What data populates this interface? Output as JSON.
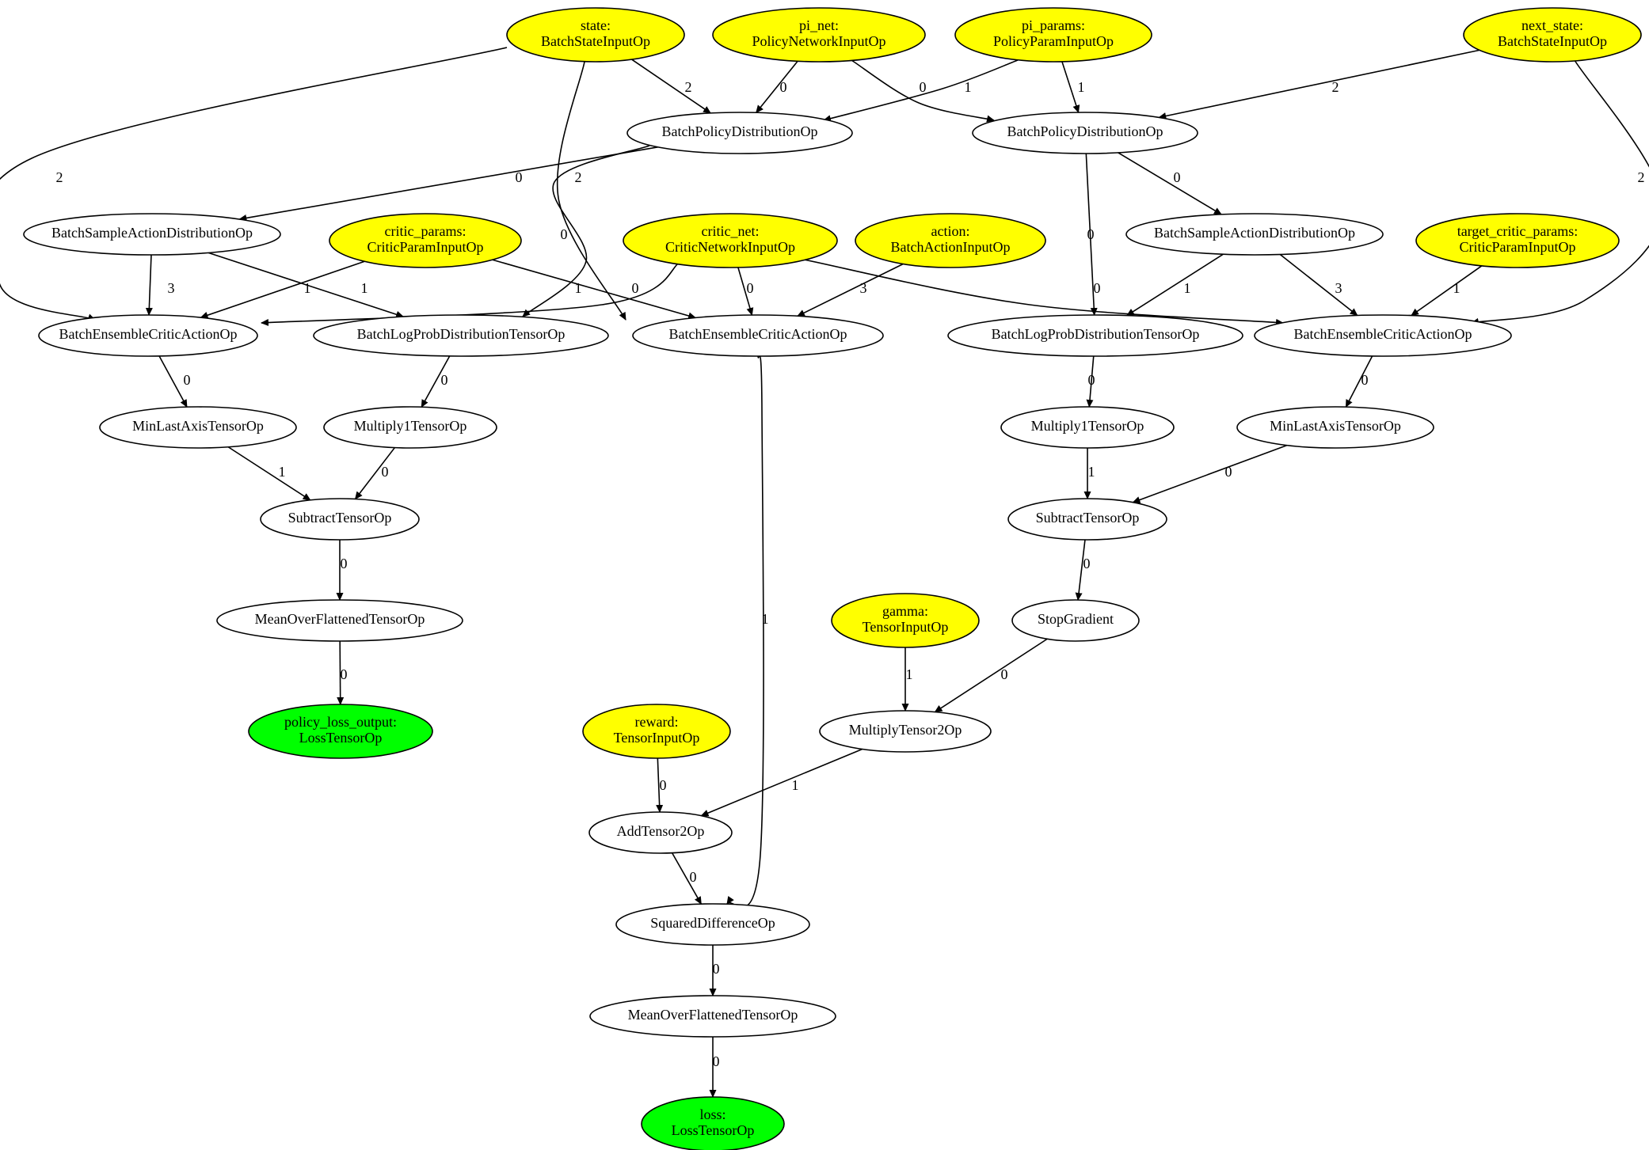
{
  "graph": {
    "colors": {
      "input": "#ffff00",
      "output": "#00ff00",
      "op": "#ffffff",
      "stroke": "#000000"
    },
    "nodes": [
      {
        "id": "state",
        "kind": "input",
        "lines": [
          "state:",
          "BatchStateInputOp"
        ]
      },
      {
        "id": "pi_net",
        "kind": "input",
        "lines": [
          "pi_net:",
          "PolicyNetworkInputOp"
        ]
      },
      {
        "id": "pi_params",
        "kind": "input",
        "lines": [
          "pi_params:",
          "PolicyParamInputOp"
        ]
      },
      {
        "id": "next_state",
        "kind": "input",
        "lines": [
          "next_state:",
          "BatchStateInputOp"
        ]
      },
      {
        "id": "bpd_left",
        "kind": "op",
        "lines": [
          "BatchPolicyDistributionOp"
        ]
      },
      {
        "id": "bpd_right",
        "kind": "op",
        "lines": [
          "BatchPolicyDistributionOp"
        ]
      },
      {
        "id": "bsad_left",
        "kind": "op",
        "lines": [
          "BatchSampleActionDistributionOp"
        ]
      },
      {
        "id": "critic_params",
        "kind": "input",
        "lines": [
          "critic_params:",
          "CriticParamInputOp"
        ]
      },
      {
        "id": "critic_net",
        "kind": "input",
        "lines": [
          "critic_net:",
          "CriticNetworkInputOp"
        ]
      },
      {
        "id": "action",
        "kind": "input",
        "lines": [
          "action:",
          "BatchActionInputOp"
        ]
      },
      {
        "id": "bsad_right",
        "kind": "op",
        "lines": [
          "BatchSampleActionDistributionOp"
        ]
      },
      {
        "id": "target_critic_params",
        "kind": "input",
        "lines": [
          "target_critic_params:",
          "CriticParamInputOp"
        ]
      },
      {
        "id": "beca_left",
        "kind": "op",
        "lines": [
          "BatchEnsembleCriticActionOp"
        ]
      },
      {
        "id": "blpd_left",
        "kind": "op",
        "lines": [
          "BatchLogProbDistributionTensorOp"
        ]
      },
      {
        "id": "beca_mid",
        "kind": "op",
        "lines": [
          "BatchEnsembleCriticActionOp"
        ]
      },
      {
        "id": "blpd_right",
        "kind": "op",
        "lines": [
          "BatchLogProbDistributionTensorOp"
        ]
      },
      {
        "id": "beca_right",
        "kind": "op",
        "lines": [
          "BatchEnsembleCriticActionOp"
        ]
      },
      {
        "id": "minlast_left",
        "kind": "op",
        "lines": [
          "MinLastAxisTensorOp"
        ]
      },
      {
        "id": "mul1_left",
        "kind": "op",
        "lines": [
          "Multiply1TensorOp"
        ]
      },
      {
        "id": "mul1_right",
        "kind": "op",
        "lines": [
          "Multiply1TensorOp"
        ]
      },
      {
        "id": "minlast_right",
        "kind": "op",
        "lines": [
          "MinLastAxisTensorOp"
        ]
      },
      {
        "id": "sub_left",
        "kind": "op",
        "lines": [
          "SubtractTensorOp"
        ]
      },
      {
        "id": "sub_right",
        "kind": "op",
        "lines": [
          "SubtractTensorOp"
        ]
      },
      {
        "id": "mean_left",
        "kind": "op",
        "lines": [
          "MeanOverFlattenedTensorOp"
        ]
      },
      {
        "id": "gamma",
        "kind": "input",
        "lines": [
          "gamma:",
          "TensorInputOp"
        ]
      },
      {
        "id": "stopgrad",
        "kind": "op",
        "lines": [
          "StopGradient"
        ]
      },
      {
        "id": "policy_loss_output",
        "kind": "output",
        "lines": [
          "policy_loss_output:",
          "LossTensorOp"
        ]
      },
      {
        "id": "reward",
        "kind": "input",
        "lines": [
          "reward:",
          "TensorInputOp"
        ]
      },
      {
        "id": "multensor2",
        "kind": "op",
        "lines": [
          "MultiplyTensor2Op"
        ]
      },
      {
        "id": "add2",
        "kind": "op",
        "lines": [
          "AddTensor2Op"
        ]
      },
      {
        "id": "sqdiff",
        "kind": "op",
        "lines": [
          "SquaredDifferenceOp"
        ]
      },
      {
        "id": "mean_right",
        "kind": "op",
        "lines": [
          "MeanOverFlattenedTensorOp"
        ]
      },
      {
        "id": "loss",
        "kind": "output",
        "lines": [
          "loss:",
          "LossTensorOp"
        ]
      }
    ],
    "edges": [
      {
        "from": "state",
        "to": "bpd_left",
        "label": "2"
      },
      {
        "from": "state",
        "to": "beca_left",
        "label": "2"
      },
      {
        "from": "state",
        "to": "beca_mid",
        "label": "2"
      },
      {
        "from": "pi_net",
        "to": "bpd_left",
        "label": "0"
      },
      {
        "from": "pi_net",
        "to": "bpd_right",
        "label": "0"
      },
      {
        "from": "pi_params",
        "to": "bpd_left",
        "label": "1"
      },
      {
        "from": "pi_params",
        "to": "bpd_right",
        "label": "1"
      },
      {
        "from": "next_state",
        "to": "bpd_right",
        "label": "2"
      },
      {
        "from": "next_state",
        "to": "beca_right",
        "label": "2"
      },
      {
        "from": "bpd_left",
        "to": "bsad_left",
        "label": "0"
      },
      {
        "from": "bpd_left",
        "to": "blpd_left",
        "label": "0"
      },
      {
        "from": "bpd_right",
        "to": "bsad_right",
        "label": "0"
      },
      {
        "from": "bpd_right",
        "to": "blpd_right",
        "label": "0"
      },
      {
        "from": "bsad_left",
        "to": "beca_left",
        "label": "3"
      },
      {
        "from": "bsad_left",
        "to": "blpd_left",
        "label": "1"
      },
      {
        "from": "critic_params",
        "to": "beca_left",
        "label": "1"
      },
      {
        "from": "critic_params",
        "to": "beca_mid",
        "label": "1"
      },
      {
        "from": "critic_net",
        "to": "beca_left",
        "label": "0"
      },
      {
        "from": "critic_net",
        "to": "beca_mid",
        "label": "0"
      },
      {
        "from": "critic_net",
        "to": "beca_right",
        "label": "0"
      },
      {
        "from": "action",
        "to": "beca_mid",
        "label": "3"
      },
      {
        "from": "bsad_right",
        "to": "blpd_right",
        "label": "1"
      },
      {
        "from": "bsad_right",
        "to": "beca_right",
        "label": "3"
      },
      {
        "from": "target_critic_params",
        "to": "beca_right",
        "label": "1"
      },
      {
        "from": "beca_left",
        "to": "minlast_left",
        "label": "0"
      },
      {
        "from": "blpd_left",
        "to": "mul1_left",
        "label": "0"
      },
      {
        "from": "beca_mid",
        "to": "sqdiff",
        "label": "1"
      },
      {
        "from": "blpd_right",
        "to": "mul1_right",
        "label": "0"
      },
      {
        "from": "beca_right",
        "to": "minlast_right",
        "label": "0"
      },
      {
        "from": "minlast_left",
        "to": "sub_left",
        "label": "1"
      },
      {
        "from": "mul1_left",
        "to": "sub_left",
        "label": "0"
      },
      {
        "from": "mul1_right",
        "to": "sub_right",
        "label": "1"
      },
      {
        "from": "minlast_right",
        "to": "sub_right",
        "label": "0"
      },
      {
        "from": "sub_left",
        "to": "mean_left",
        "label": "0"
      },
      {
        "from": "sub_right",
        "to": "stopgrad",
        "label": "0"
      },
      {
        "from": "mean_left",
        "to": "policy_loss_output",
        "label": "0"
      },
      {
        "from": "gamma",
        "to": "multensor2",
        "label": "1"
      },
      {
        "from": "stopgrad",
        "to": "multensor2",
        "label": "0"
      },
      {
        "from": "reward",
        "to": "add2",
        "label": "0"
      },
      {
        "from": "multensor2",
        "to": "add2",
        "label": "1"
      },
      {
        "from": "add2",
        "to": "sqdiff",
        "label": "0"
      },
      {
        "from": "sqdiff",
        "to": "mean_right",
        "label": "0"
      },
      {
        "from": "mean_right",
        "to": "loss",
        "label": "0"
      }
    ]
  }
}
